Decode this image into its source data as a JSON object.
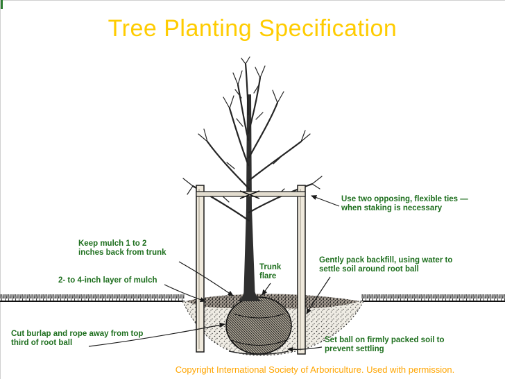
{
  "slide": {
    "title": "Tree Planting Specification",
    "footer": "Copyright International Society of Arboriculture. Used with permission."
  },
  "colors": {
    "title": "#FFCC00",
    "footer": "#FFA500",
    "annotation": "#1E6F1E",
    "ink": "#1A1A1A",
    "background": "#FFFFFF"
  },
  "annotations": [
    {
      "id": "flexible-ties",
      "text": "Use two opposing, flexible ties —\nwhen staking is necessary"
    },
    {
      "id": "keep-mulch-back",
      "text": "Keep mulch 1 to 2\ninches back from trunk"
    },
    {
      "id": "mulch-layer",
      "text": "2- to 4-inch layer of mulch"
    },
    {
      "id": "trunk-flare",
      "text": "Trunk\nflare"
    },
    {
      "id": "pack-backfill",
      "text": "Gently pack backfill, using water to\nsettle soil around root ball"
    },
    {
      "id": "cut-burlap",
      "text": "Cut burlap and rope away from top\nthird of root ball"
    },
    {
      "id": "set-ball",
      "text": "Set ball on firmly packed soil to\nprevent settling"
    }
  ]
}
